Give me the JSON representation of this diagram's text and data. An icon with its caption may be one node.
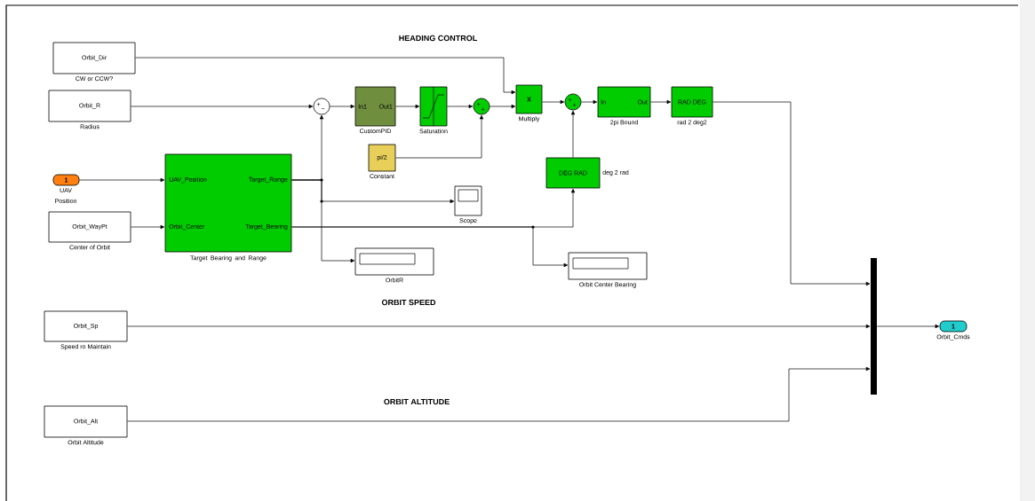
{
  "diagram": {
    "nodes": [
      {
        "text": [
          "Orbit_Dir"
        ],
        "beside": [
          "CW or CCW?"
        ]
      },
      {
        "text": [
          "Orbit_R"
        ],
        "beside": [
          "Radius"
        ]
      },
      {
        "text": [
          "1"
        ],
        "beside": [
          "UAV Position"
        ]
      },
      {
        "text": [
          "Orbit_WayPt"
        ],
        "beside": [
          "Center of Orbit"
        ]
      },
      {
        "text": [
          "UAV_Position",
          "Orbit_Center",
          "Target_Range",
          "Target_Bearing"
        ],
        "beside": [
          "Target Bearing and Range"
        ]
      },
      {
        "text": [
          "+",
          "−"
        ]
      },
      {
        "text": [
          "In1",
          "Out1"
        ],
        "beside": [
          "CustomPID"
        ]
      },
      {
        "text": [],
        "shape": "box",
        "beside": [
          "Saturation"
        ]
      },
      {
        "text": [
          "+",
          "+"
        ]
      },
      {
        "text": [
          "pi/2"
        ],
        "beside": [
          "Constant"
        ]
      },
      {
        "text": [
          "X"
        ],
        "beside": [
          "Multiply"
        ]
      },
      {
        "text": [
          "+",
          "+"
        ]
      },
      {
        "text": [
          "In",
          "Out"
        ],
        "beside": [
          "2pi Bound"
        ]
      },
      {
        "text": [
          "RAD DEG"
        ],
        "beside": [
          "rad 2 deg2"
        ]
      },
      {
        "text": [
          "DEG RAD"
        ],
        "beside": [
          "deg 2 rad"
        ]
      },
      {
        "text": [],
        "shape": "box",
        "beside": [
          "Scope"
        ]
      },
      {
        "text": [],
        "shape": "box",
        "beside": [
          "OrbitR"
        ]
      },
      {
        "text": [],
        "shape": "box",
        "beside": [
          "Orbit Center Bearing"
        ]
      },
      {
        "text": [
          "Orbit_Sp"
        ],
        "beside": [
          "Speed ro Maintain"
        ]
      },
      {
        "text": [
          "Orbit_Alt"
        ],
        "beside": [
          "Orbit Altitude"
        ]
      },
      {
        "text": [],
        "shape": "bar"
      },
      {
        "text": [
          "1"
        ],
        "beside": [
          "Orbit_Cmds"
        ]
      }
    ],
    "edges": [
      {
        "from": 0,
        "to": 10,
        "arrow": "to"
      },
      {
        "from": 1,
        "to": 5,
        "arrow": "to"
      },
      {
        "from": 2,
        "to": 4,
        "arrow": "to"
      },
      {
        "from": 3,
        "to": 4,
        "arrow": "to"
      },
      {
        "from": 4,
        "to": 5,
        "arrow": "to"
      },
      {
        "from": 4,
        "to": 15,
        "arrow": "to"
      },
      {
        "from": 4,
        "to": 16,
        "arrow": "to"
      },
      {
        "from": 4,
        "to": 14,
        "arrow": "to"
      },
      {
        "from": 4,
        "to": 17,
        "arrow": "to"
      },
      {
        "from": 5,
        "to": 6,
        "arrow": "to"
      },
      {
        "from": 6,
        "to": 7,
        "arrow": "to"
      },
      {
        "from": 7,
        "to": 8,
        "arrow": "to"
      },
      {
        "from": 9,
        "to": 8,
        "arrow": "to"
      },
      {
        "from": 8,
        "to": 10,
        "arrow": "to"
      },
      {
        "from": 10,
        "to": 11,
        "arrow": "to"
      },
      {
        "from": 14,
        "to": 11,
        "arrow": "to"
      },
      {
        "from": 11,
        "to": 12,
        "arrow": "to"
      },
      {
        "from": 12,
        "to": 13,
        "arrow": "to"
      },
      {
        "from": 13,
        "to": 20,
        "arrow": "to"
      },
      {
        "from": 18,
        "to": 20,
        "arrow": "to"
      },
      {
        "from": 19,
        "to": 20,
        "arrow": "to"
      },
      {
        "from": 20,
        "to": 21,
        "arrow": "to"
      }
    ],
    "labels": [
      "HEADING CONTROL",
      "ORBIT SPEED",
      "ORBIT ALTITUDE"
    ]
  }
}
